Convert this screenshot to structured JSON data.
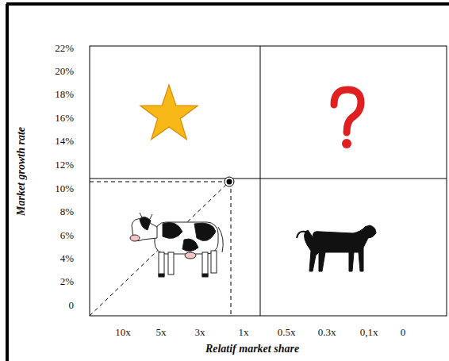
{
  "diagram": {
    "labels": [
      "22%",
      "20%",
      "18%",
      "16%",
      "14%",
      "12%",
      "10%",
      "8%",
      "6%",
      "4%",
      "2%",
      "0",
      "10x",
      "5x",
      "3x",
      "1x",
      "0.5x",
      "0.3x",
      "0,1x",
      "0",
      "Market growth rate",
      "Relatif market share"
    ]
  }
}
